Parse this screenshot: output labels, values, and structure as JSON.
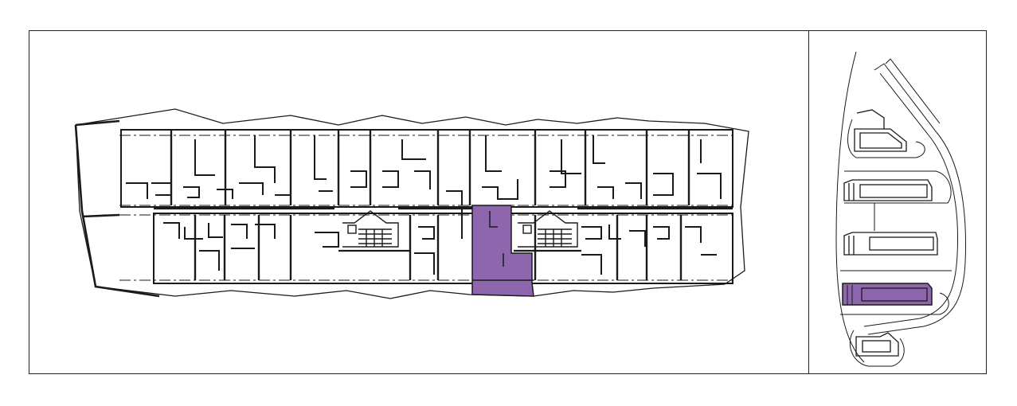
{
  "plan": {
    "highlight_color": "#8e66ae",
    "line_color": "#1a1a1a",
    "highlighted_unit": "selected-apartment",
    "highlighted_building": 4
  },
  "site": {
    "buildings": 5
  }
}
